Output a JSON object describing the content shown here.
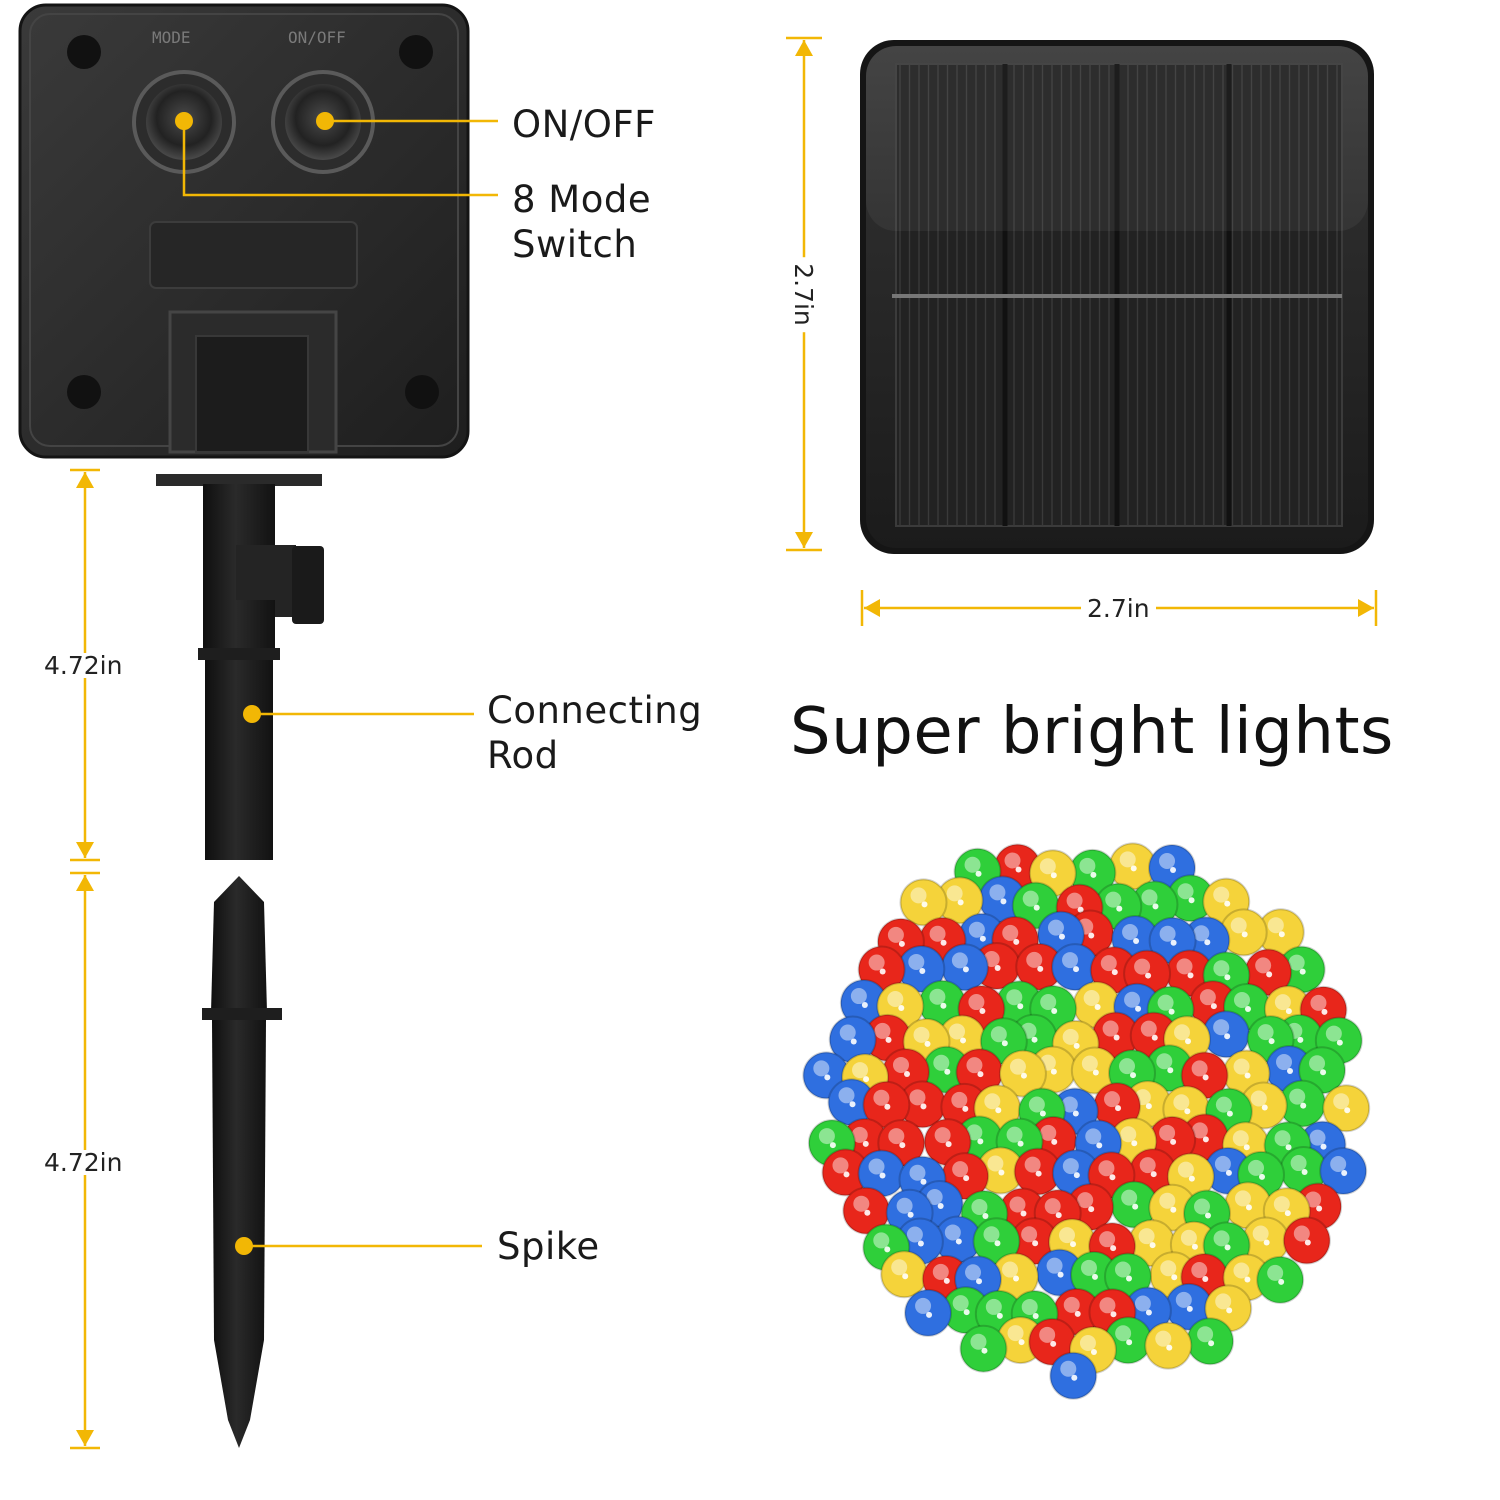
{
  "control_box": {
    "button_labels": {
      "mode": "MODE",
      "on_off": "ON/OFF"
    }
  },
  "callouts": {
    "on_off": "ON/OFF",
    "mode_line1": "8 Mode",
    "mode_line2": "Switch",
    "rod_line1": "Connecting",
    "rod_line2": "Rod",
    "spike": "Spike"
  },
  "dimensions": {
    "rod_height": "4.72in",
    "spike_height": "4.72in",
    "panel_height": "2.7in",
    "panel_width": "2.7in"
  },
  "headline": "Super bright lights",
  "colors": {
    "accent_line": "#f2b705",
    "product_black": "#1c1c1c",
    "led_palette": [
      "#e8261b",
      "#2f6fe0",
      "#2fcf3a",
      "#f5d33a"
    ]
  }
}
